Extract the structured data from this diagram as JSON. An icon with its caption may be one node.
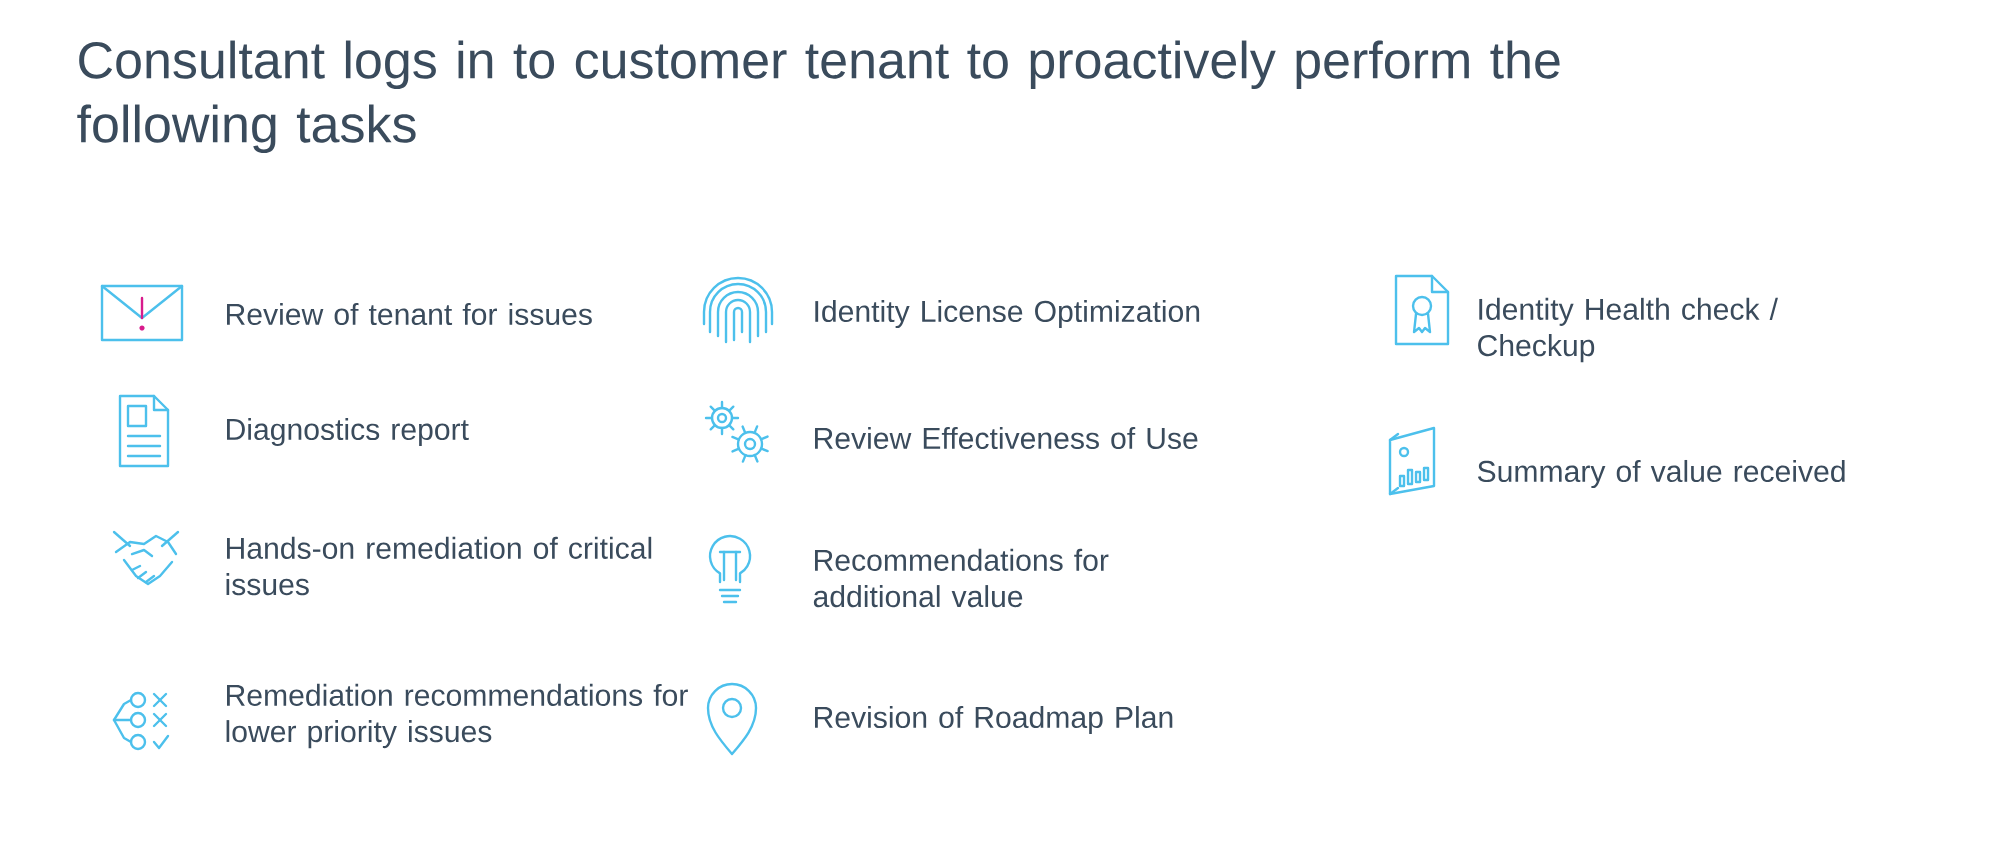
{
  "diagram": {
    "title": "Consultant logs in to customer tenant to proactively perform the following tasks",
    "labels": [
      "Review of tenant for issues",
      "Diagnostics report",
      "Hands-on remediation of critical issues",
      "Remediation recommendations for lower priority issues",
      "Identity License Optimization",
      "Review Effectiveness of Use",
      "Recommendations for additional value",
      "Revision of Roadmap Plan",
      "Identity Health check / Checkup",
      "Summary of value received"
    ]
  }
}
